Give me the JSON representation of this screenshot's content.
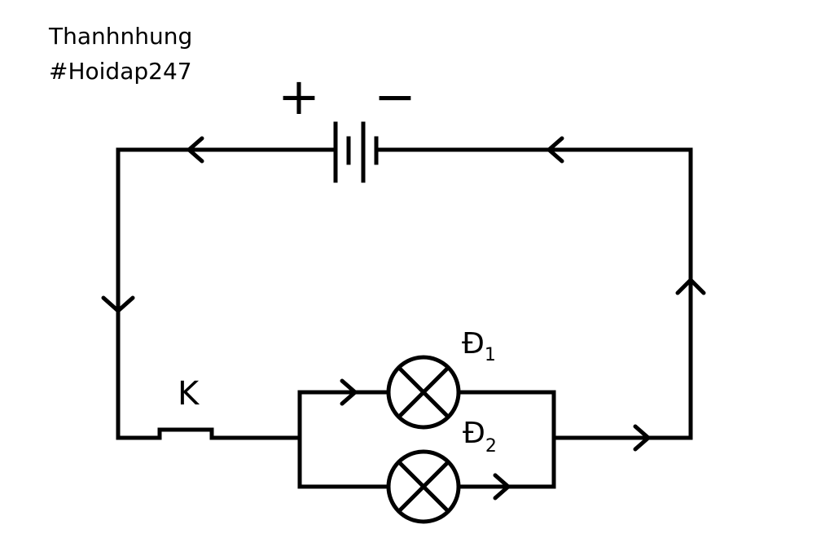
{
  "credits": {
    "author": "Thanhnhung",
    "tag": "#Hoidap247"
  },
  "battery": {
    "positive_label": "+",
    "negative_label": "−"
  },
  "switch": {
    "label": "K"
  },
  "lamps": [
    {
      "letter": "Đ",
      "index": "1"
    },
    {
      "letter": "Đ",
      "index": "2"
    }
  ],
  "colors": {
    "wire": "#000000",
    "background": "#ffffff"
  }
}
